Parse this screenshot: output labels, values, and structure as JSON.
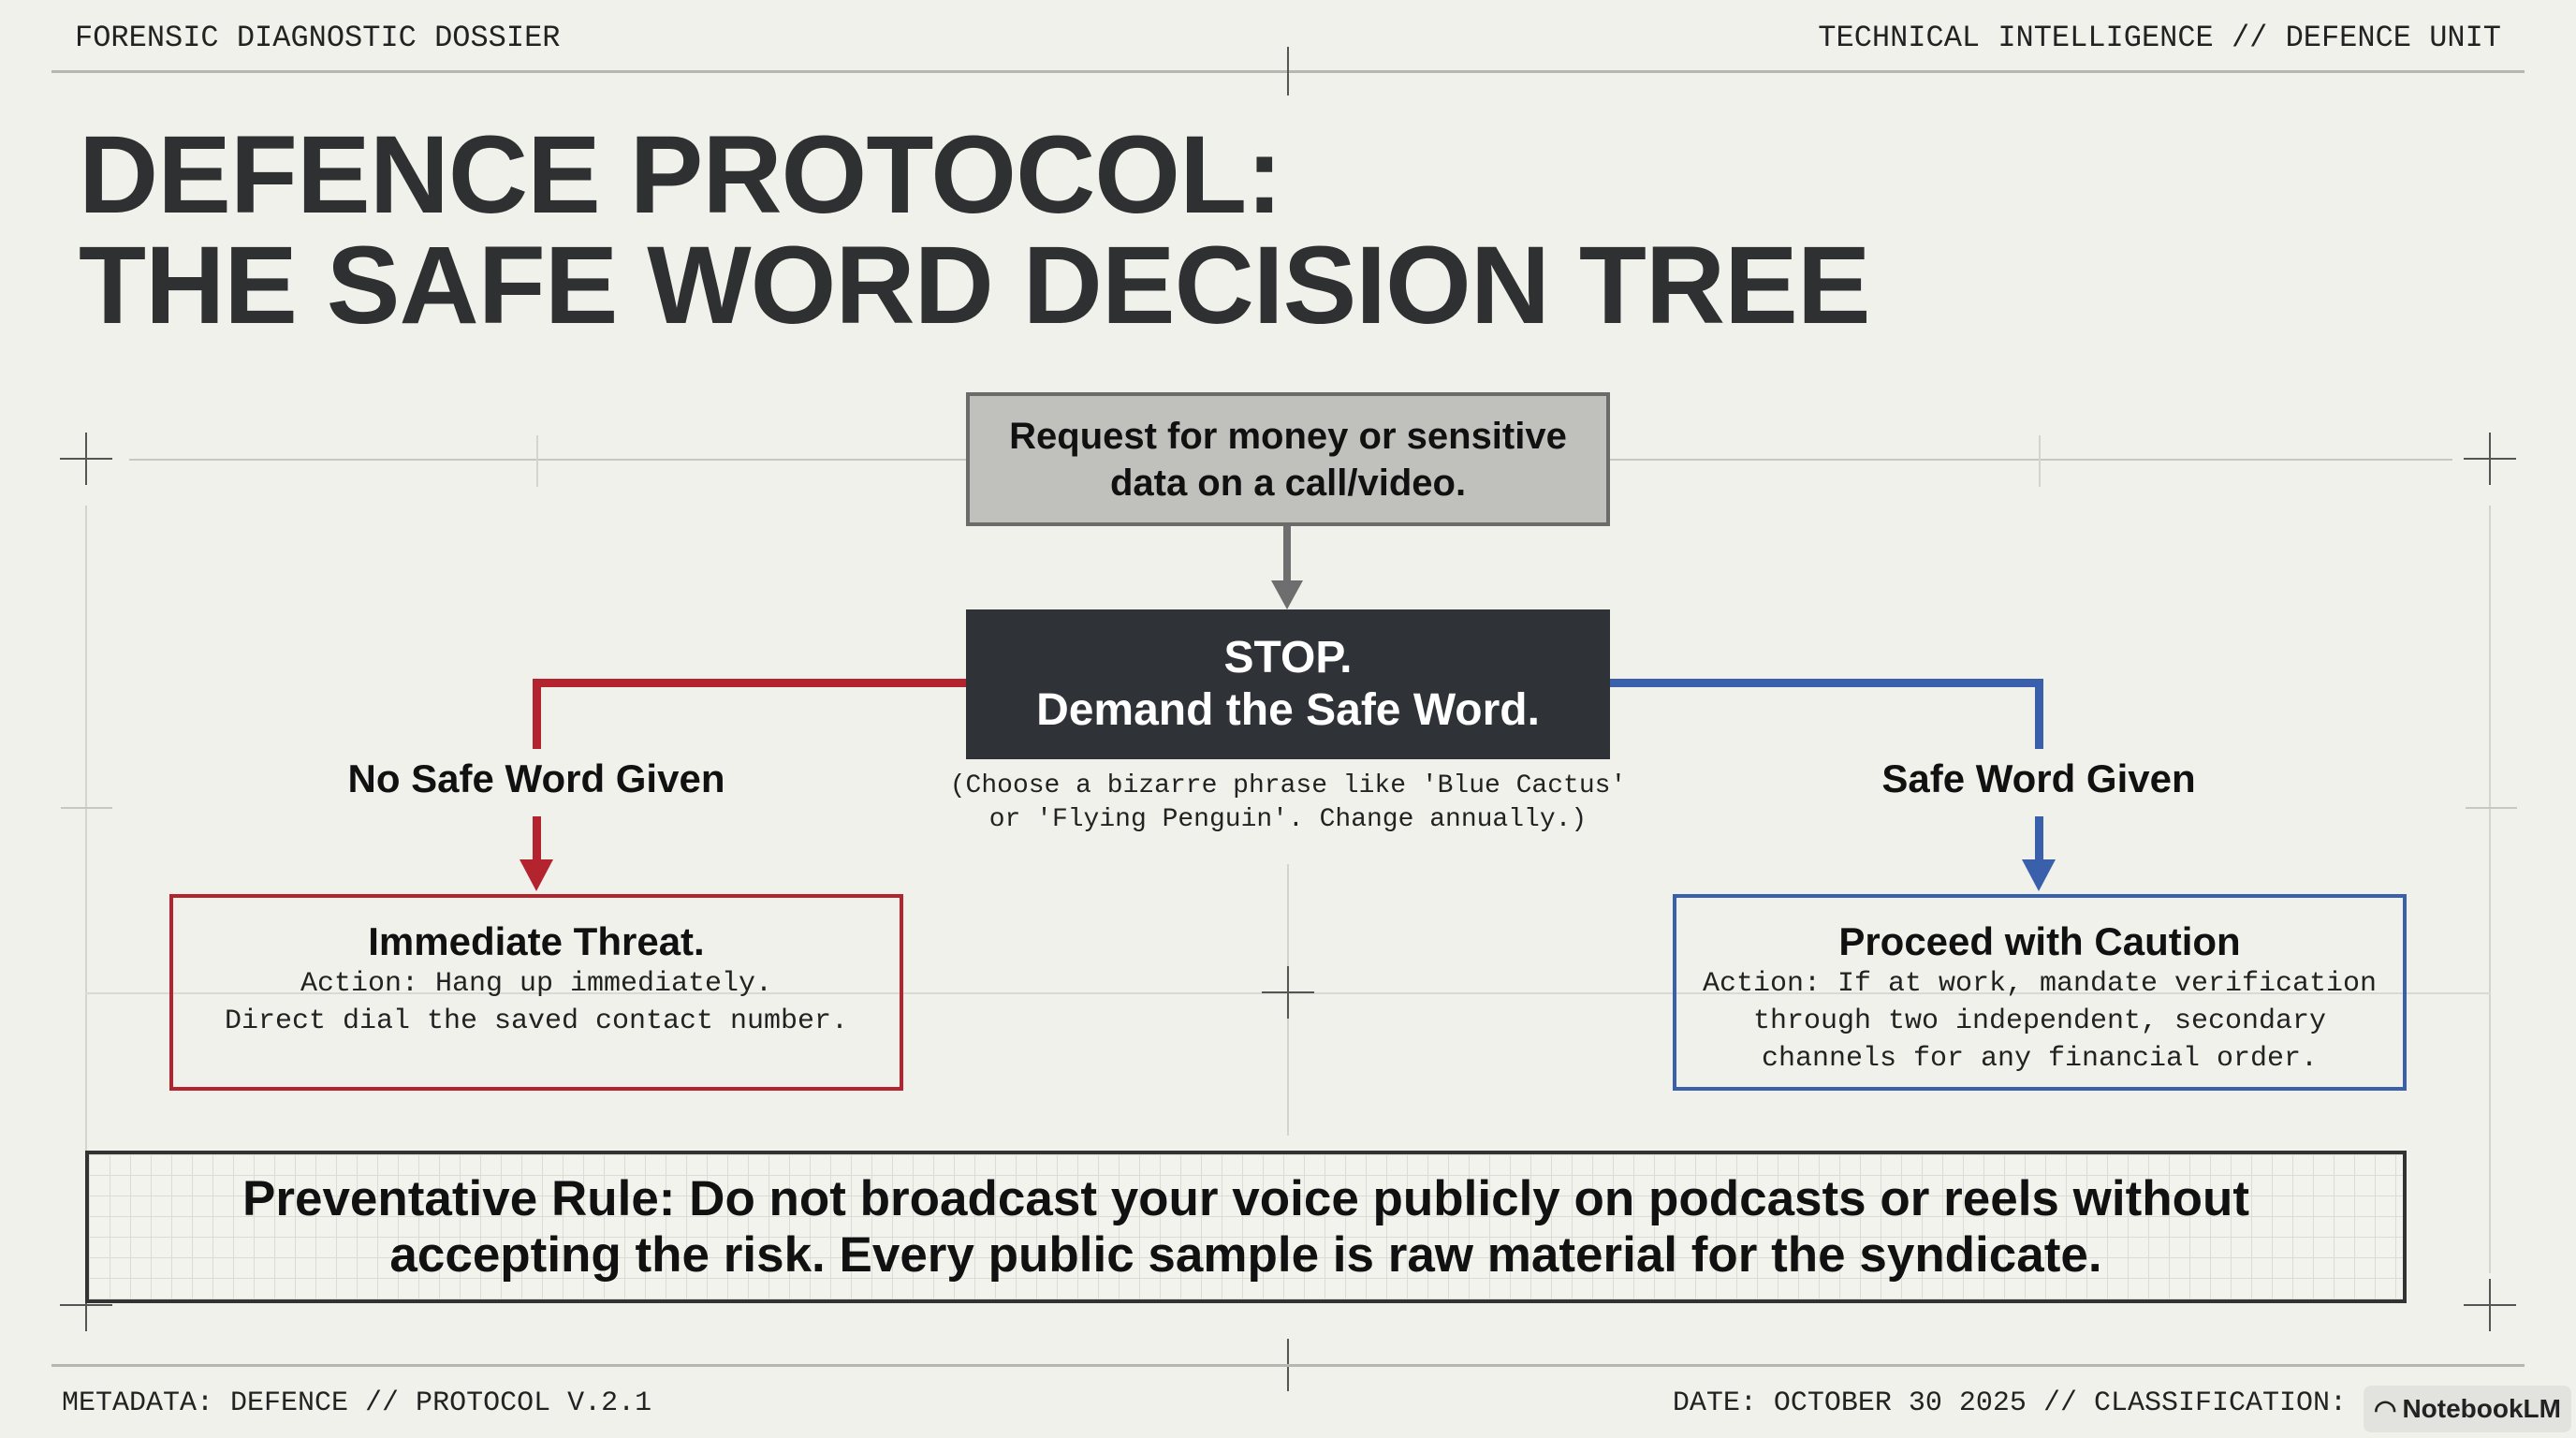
{
  "header": {
    "left": "FORENSIC DIAGNOSTIC DOSSIER",
    "right": "TECHNICAL INTELLIGENCE // DEFENCE UNIT"
  },
  "title": {
    "line1": "DEFENCE PROTOCOL:",
    "line2": "THE SAFE WORD DECISION TREE"
  },
  "tree": {
    "trigger": {
      "line1": "Request for money or sensitive",
      "line2": "data on a call/video."
    },
    "decision": {
      "line1": "STOP.",
      "line2": "Demand the Safe Word."
    },
    "decision_note": {
      "line1": "(Choose a bizarre phrase like 'Blue Cactus'",
      "line2": "or 'Flying Penguin'. Change annually.)"
    },
    "left_branch": {
      "label": "No Safe Word Given",
      "color": "#b3242e",
      "title": "Immediate Threat.",
      "body1": "Action: Hang up immediately.",
      "body2": "Direct dial the saved contact number."
    },
    "right_branch": {
      "label": "Safe Word Given",
      "color": "#3a5fab",
      "title": "Proceed with Caution",
      "body1": "Action: If at work, mandate verification",
      "body2": "through two independent, secondary",
      "body3": "channels for any financial order."
    }
  },
  "rule": {
    "text": "Preventative Rule: Do not broadcast your voice publicly on podcasts or reels without accepting the risk. Every public sample is raw material for the syndicate."
  },
  "footer": {
    "left": "METADATA: DEFENCE // PROTOCOL V.2.1",
    "right": "DATE: OCTOBER 30 2025 // CLASSIFICATION:",
    "badge": "NotebookLM"
  }
}
